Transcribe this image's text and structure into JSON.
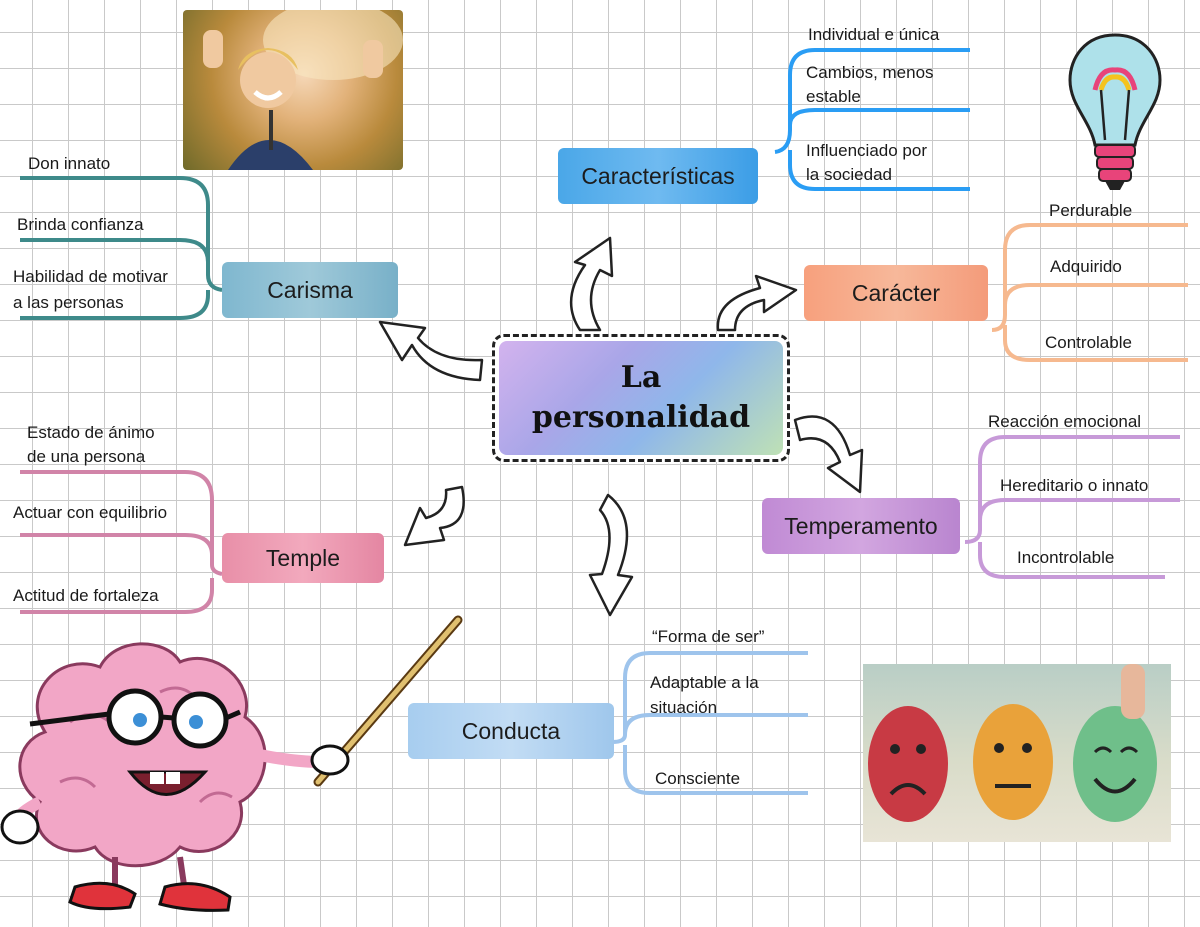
{
  "center": {
    "line1": "La",
    "line2": "personalidad"
  },
  "caracteristicas": {
    "title": "Características",
    "items": [
      "Individual e única",
      "Cambios, menos",
      "estable",
      "Influenciado por",
      "la sociedad"
    ]
  },
  "caracter": {
    "title": "Carácter",
    "items": [
      "Perdurable",
      "Adquirido",
      "Controlable"
    ]
  },
  "temperamento": {
    "title": "Temperamento",
    "items": [
      "Reacción emocional",
      "Hereditario o innato",
      "Incontrolable"
    ]
  },
  "carisma": {
    "title": "Carisma",
    "items": [
      "Don innato",
      "Brinda confianza",
      "Habilidad de motivar",
      "a las personas"
    ]
  },
  "temple": {
    "title": "Temple",
    "items": [
      "Estado de ánimo",
      "de una persona",
      "Actuar con equilibrio",
      "Actitud de fortaleza"
    ]
  },
  "conducta": {
    "title": "Conducta",
    "items": [
      "“Forma de ser”",
      "Adaptable a la",
      "situación",
      "Consciente"
    ]
  },
  "colors": {
    "caracteristicas": "#2a9df4",
    "caracter": "#f6b98f",
    "temperamento": "#c79ad8",
    "carisma": "#3e8a8a",
    "temple": "#d184a8",
    "conducta": "#9ec4ec"
  },
  "images": [
    "woman-thumbs-up-photo",
    "lightbulb-icon",
    "brain-teacher-illustration",
    "emotion-faces-photo"
  ]
}
